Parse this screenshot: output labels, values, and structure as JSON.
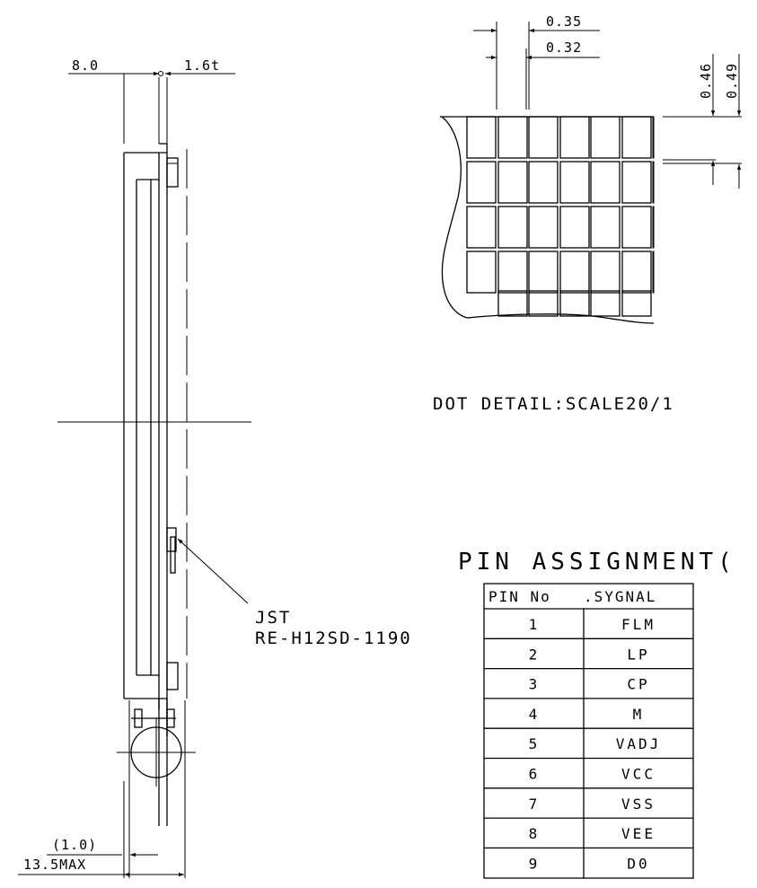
{
  "side_view": {
    "dim_thickness_left": "8.0",
    "dim_thickness_right": "1.6t",
    "connector_label_line1": "JST",
    "connector_label_line2": "RE-H12SD-1190",
    "dim_offset": "(1.0)",
    "dim_max": "13.5MAX"
  },
  "dot_detail": {
    "dim_pitch_x": "0.35",
    "dim_dot_x": "0.32",
    "dim_dot_y": "0.46",
    "dim_pitch_y": "0.49",
    "caption": "DOT DETAIL:SCALE20/1"
  },
  "pin_assignment": {
    "title": "PIN ASSIGNMENT(",
    "header_pin": "PIN No",
    "header_signal": ".SYGNAL",
    "rows": [
      {
        "pin": "1",
        "signal": "FLM"
      },
      {
        "pin": "2",
        "signal": "LP"
      },
      {
        "pin": "3",
        "signal": "CP"
      },
      {
        "pin": "4",
        "signal": "M"
      },
      {
        "pin": "5",
        "signal": "VADJ"
      },
      {
        "pin": "6",
        "signal": "VCC"
      },
      {
        "pin": "7",
        "signal": "VSS"
      },
      {
        "pin": "8",
        "signal": "VEE"
      },
      {
        "pin": "9",
        "signal": "D0"
      }
    ]
  }
}
